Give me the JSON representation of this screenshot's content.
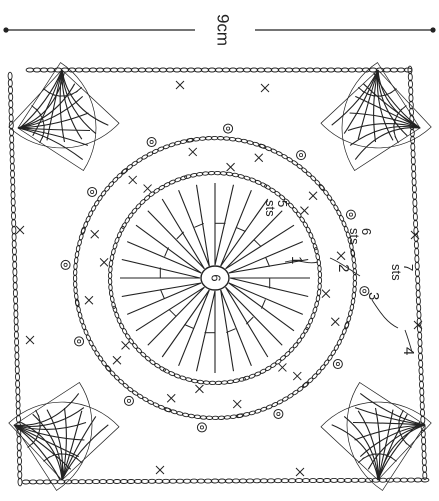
{
  "dimension": {
    "label": "9cm"
  },
  "labels": {
    "sts5": "5\nsts",
    "sts6": "6\nsts",
    "sts7": "7\nsts",
    "round1": "1",
    "round2": "2",
    "round3": "3",
    "round4": "4",
    "center": "6"
  },
  "colors": {
    "ink": "#222222",
    "background": "#ffffff"
  }
}
